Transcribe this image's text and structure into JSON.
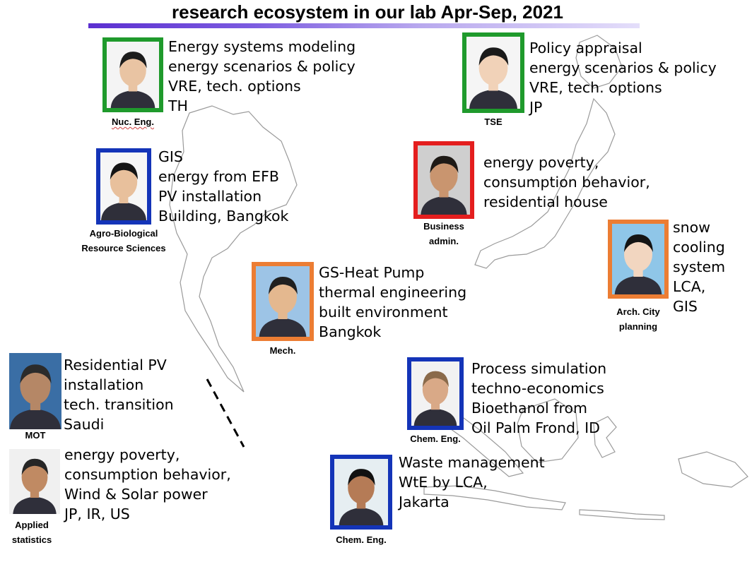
{
  "title": "research ecosystem in our lab Apr-Sep, 2021",
  "colors": {
    "green": "#1f9a2c",
    "blue": "#1434b8",
    "red": "#e41e1e",
    "orange": "#ec7d33"
  },
  "members": [
    {
      "id": "m1",
      "field_lines": [
        "Nuc. Eng."
      ],
      "frame": "green",
      "lines": [
        "Energy systems modeling",
        "energy scenarios & policy",
        "VRE, tech. options",
        "TH"
      ]
    },
    {
      "id": "m2",
      "field_lines": [
        "TSE"
      ],
      "frame": "green",
      "lines": [
        "Policy appraisal",
        "energy scenarios & policy",
        "VRE, tech. options",
        "JP"
      ]
    },
    {
      "id": "m3",
      "field_lines": [
        "Agro-Biological",
        "Resource Sciences"
      ],
      "frame": "blue",
      "lines": [
        "GIS",
        "energy from EFB",
        "PV installation",
        "Building, Bangkok"
      ]
    },
    {
      "id": "m4",
      "field_lines": [
        "Business",
        "admin."
      ],
      "frame": "red",
      "lines": [
        "energy poverty,",
        "consumption behavior,",
        "residential house"
      ]
    },
    {
      "id": "m5",
      "field_lines": [
        "Arch. City",
        "planning"
      ],
      "frame": "orange",
      "lines": [
        "snow",
        "cooling",
        "system",
        "LCA,",
        "GIS"
      ]
    },
    {
      "id": "m6",
      "field_lines": [
        "Mech."
      ],
      "frame": "orange",
      "lines": [
        "GS-Heat Pump",
        "thermal engineering",
        "built environment",
        "Bangkok"
      ]
    },
    {
      "id": "m7",
      "field_lines": [
        "MOT"
      ],
      "frame": "none",
      "lines": [
        "Residential PV",
        "installation",
        "tech. transition",
        "Saudi"
      ]
    },
    {
      "id": "m8",
      "field_lines": [
        "Applied",
        "statistics"
      ],
      "frame": "none",
      "lines": [
        "energy poverty,",
        "consumption behavior,",
        "Wind & Solar power",
        "JP, IR, US"
      ]
    },
    {
      "id": "m9",
      "field_lines": [
        "Chem. Eng."
      ],
      "frame": "blue",
      "lines": [
        "Process simulation",
        "techno-economics",
        "Bioethanol from",
        "Oil Palm Frond, ID"
      ]
    },
    {
      "id": "m10",
      "field_lines": [
        "Chem. Eng."
      ],
      "frame": "blue",
      "lines": [
        "Waste management",
        "WtE by LCA,",
        "Jakarta"
      ]
    }
  ]
}
